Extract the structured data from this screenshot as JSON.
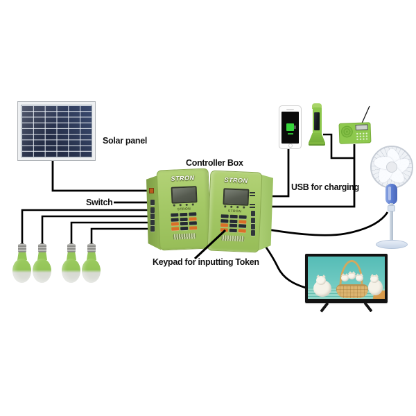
{
  "diagram": {
    "subject": "solar home system wiring diagram",
    "background": "#ffffff"
  },
  "labels": {
    "solar_panel": "Solar panel",
    "controller_box": "Controller Box",
    "switch": "Switch",
    "usb_charging": "USB for charging",
    "keypad_token": "Keypad for inputting Token"
  },
  "controller_box": {
    "brand_logo": "STRON",
    "display_brand": "STRON",
    "keypad": {
      "rows": 4,
      "cols": 3,
      "accent_keys": "orange"
    },
    "left_box_ports": {
      "solar_input": 1,
      "outputs": 5
    },
    "right_box_ports": {
      "usb": 2,
      "outputs": 4
    }
  },
  "devices": {
    "solar_panel": {
      "cell_columns": 6,
      "cell_rows": 9
    },
    "bulbs": {
      "count": 4
    },
    "phone": {
      "screen": "charging battery icon"
    },
    "flashlight": {},
    "radio": {
      "antenna": true
    },
    "fan": {
      "type": "pedestal"
    },
    "tv": {
      "screen_scene": "five kittens with wicker basket on teal background"
    }
  },
  "colors": {
    "box_green": "#a4c866",
    "device_green": "#8ec94e",
    "bulb_green": "#95c659",
    "solar_cell_blue": "#2d3752",
    "wire_black": "#000000",
    "keypad_accent_orange": "#d96f28",
    "battery_green": "#35d53a",
    "tv_teal": "#6cc8c0",
    "fan_blue": "#5a7bd0",
    "label_text": "#111111"
  }
}
